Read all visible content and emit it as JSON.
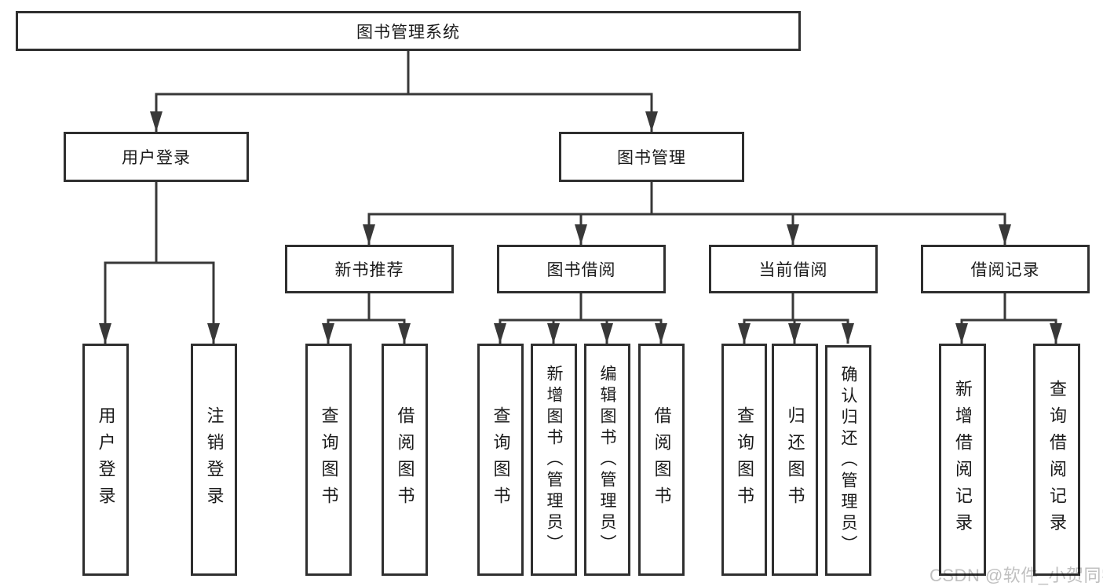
{
  "tree": {
    "root": {
      "label": "图书管理系统"
    },
    "branches": [
      {
        "label": "用户登录",
        "children": [
          {
            "label": "用户登录"
          },
          {
            "label": "注销登录"
          }
        ]
      },
      {
        "label": "图书管理",
        "children": [
          {
            "label": "新书推荐",
            "children": [
              {
                "label": "查询图书"
              },
              {
                "label": "借阅图书"
              }
            ]
          },
          {
            "label": "图书借阅",
            "children": [
              {
                "label": "查询图书"
              },
              {
                "label": "新增图书（管理员）"
              },
              {
                "label": "编辑图书（管理员）"
              },
              {
                "label": "借阅图书"
              }
            ]
          },
          {
            "label": "当前借阅",
            "children": [
              {
                "label": "查询图书"
              },
              {
                "label": "归还图书"
              },
              {
                "label": "确认归还（管理员）"
              }
            ]
          },
          {
            "label": "借阅记录",
            "children": [
              {
                "label": "新增借阅记录"
              },
              {
                "label": "查询借阅记录"
              }
            ]
          }
        ]
      }
    ]
  },
  "watermark": {
    "text": "CSDN @软件_小贺同学"
  },
  "colors": {
    "line": "#383838",
    "box_border": "#2f2f2f",
    "text": "#1a1a1a",
    "watermark_text": "#c0c0c0",
    "background": "#ffffff"
  }
}
